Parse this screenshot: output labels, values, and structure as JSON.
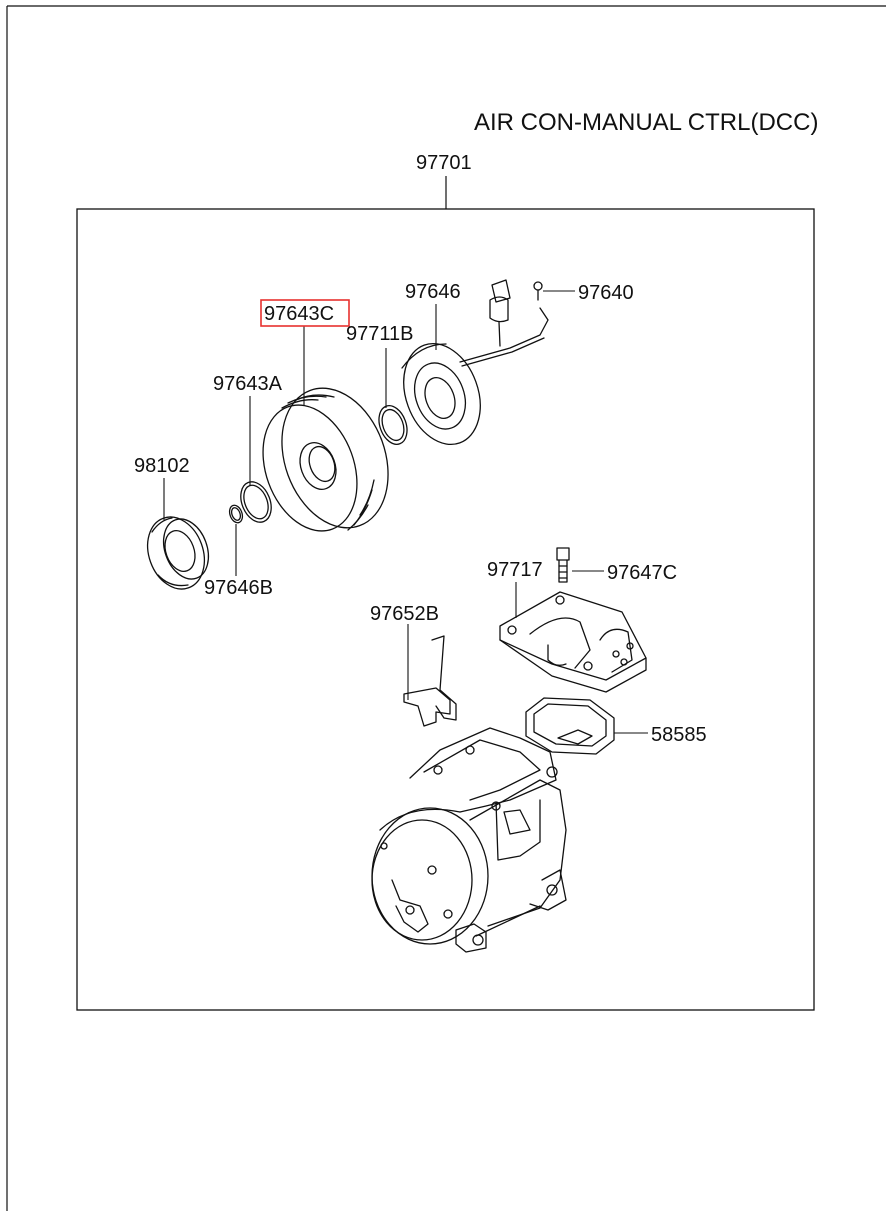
{
  "title": "AIR CON-MANUAL CTRL(DCC)",
  "assembly_number": "97701",
  "highlight_color": "#e8312f",
  "line_color": "#111111",
  "selected_part": "97643C",
  "parts": {
    "p97643C": "97643C",
    "p97646": "97646",
    "p97640": "97640",
    "p97711B": "97711B",
    "p97643A": "97643A",
    "p98102": "98102",
    "p97646B": "97646B",
    "p97717": "97717",
    "p97647C": "97647C",
    "p97652B": "97652B",
    "p58585": "58585"
  }
}
